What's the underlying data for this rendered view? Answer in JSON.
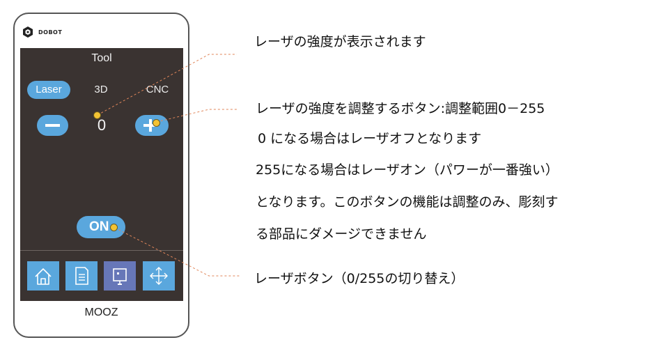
{
  "device": {
    "brand": "DOBOT",
    "model": "MOOZ",
    "screen": {
      "title": "Tool",
      "tabs": [
        {
          "label": "Laser",
          "active": true
        },
        {
          "label": "3D",
          "active": false
        },
        {
          "label": "CNC",
          "active": false
        }
      ],
      "laser_value": "0",
      "on_button_label": "ON",
      "bottom_nav": [
        {
          "icon": "home-icon"
        },
        {
          "icon": "file-icon"
        },
        {
          "icon": "control-panel-icon",
          "active": true
        },
        {
          "icon": "move-arrows-icon"
        }
      ]
    }
  },
  "annotations": {
    "display": "レーザの強度が表示されます",
    "adjust": [
      "レーザの強度を調整するボタン:調整範囲0－255",
      "0 になる場合はレーザオフとなります",
      "255になる場合はレーザオン（パワーが一番強い）",
      "となります。このボタンの機能は調整のみ、彫刻す",
      "る部品にダメージできません"
    ],
    "toggle": "レーザボタン（0/255の切り替え）"
  },
  "colors": {
    "screen_bg": "#3a3331",
    "accent_blue": "#5aa7dd",
    "active_nav": "#6777b8",
    "marker": "#f3c334",
    "leader_line": "#e0865a"
  }
}
